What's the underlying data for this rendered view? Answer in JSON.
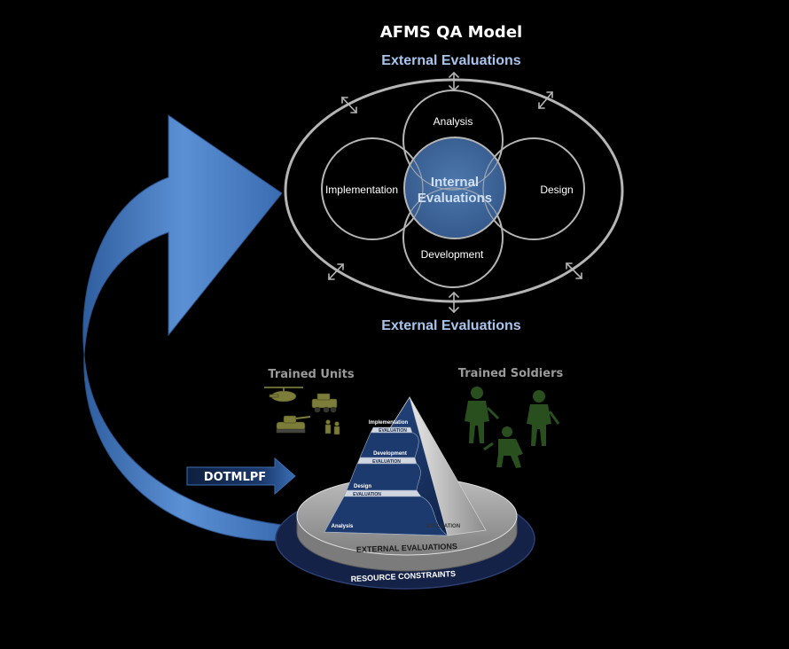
{
  "title": "AFMS QA Model",
  "external_evaluations_top": "External Evaluations",
  "external_evaluations_bottom": "External Evaluations",
  "phases": {
    "analysis": "Analysis",
    "design": "Design",
    "development": "Development",
    "implementation": "Implementation"
  },
  "internal_evaluations": [
    "Internal",
    "Evaluations"
  ],
  "outputs": {
    "trained_units": "Trained Units",
    "trained_soldiers": "Trained Soldiers"
  },
  "dotmlpf": "DOTMLPF",
  "pyramid": {
    "steps": [
      "Implementation",
      "Development",
      "Design",
      "Analysis"
    ],
    "step_evaluation": "EVALUATION",
    "side_evaluation": "EVALUATION",
    "base_label": "EXTERNAL EVALUATIONS",
    "resource_label": "RESOURCE CONSTRAINTS"
  },
  "colors": {
    "background": "#000000",
    "ring_stroke": "#b5b5b5",
    "internal_fill": "#3f6597",
    "external_text": "#a9c4ec",
    "curved_arrow": "#4a7fc4",
    "pyramid_blue": "#1c3a6e",
    "base_navy": "#142247"
  }
}
